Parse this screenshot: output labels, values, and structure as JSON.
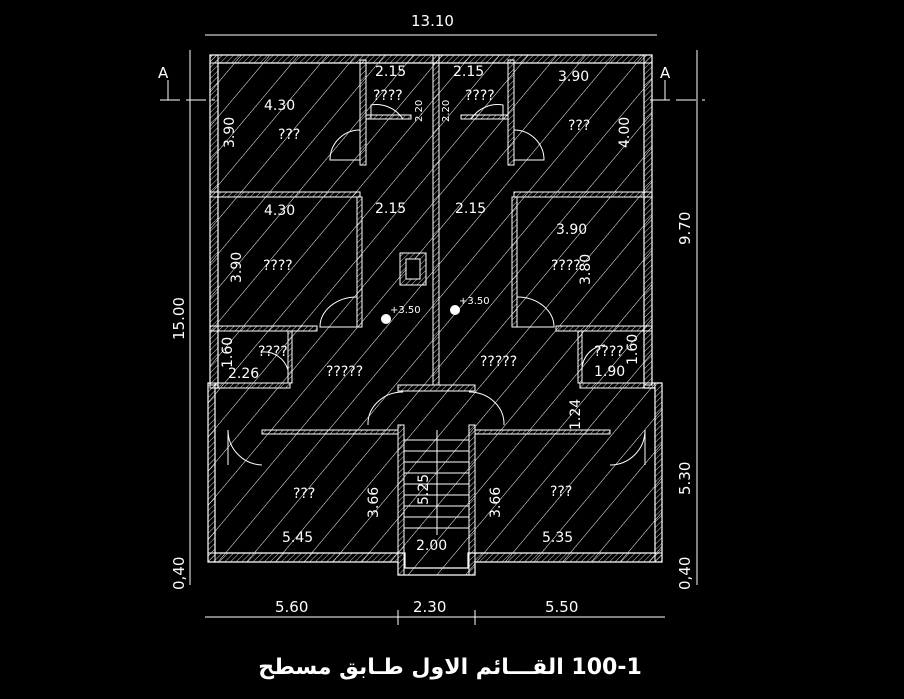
{
  "title": "100-1  القـــائم  الاول طـابق مسطح",
  "section_marker": "A",
  "overall_dims": {
    "top": "13.10",
    "left": "15.00",
    "right_upper": "9.70",
    "right_lower": "5.30",
    "bottom_left_offset": "0,40",
    "bottom_right_offset": "0,40",
    "bottom": [
      "5.60",
      "2.30",
      "5.50"
    ]
  },
  "room_dims": {
    "tl_width": "4.30",
    "tl_height": "3.90",
    "tl_label": "???",
    "bath_l_width": "2.15",
    "bath_l_height": "2.20",
    "bath_l_label": "????",
    "bath_r_width": "2.15",
    "bath_r_height": "2.20",
    "bath_r_label": "????",
    "tr_width": "3.90",
    "tr_height": "4.00",
    "tr_label": "???",
    "hall_l_width": "2.15",
    "hall_r_width": "2.15",
    "ml_width": "4.30",
    "ml_height": "3.90",
    "ml_label": "????",
    "mr_width": "3.90",
    "mr_height": "3.80",
    "mr_label": "????",
    "level_l": "+3.50",
    "level_r": "+3.50",
    "wc_l_w": "2.26",
    "wc_l_h": "1.60",
    "wc_l_label": "????",
    "wc_r_w": "1.90",
    "wc_r_h": "1.60",
    "wc_r_label": "????",
    "living_l": "?????",
    "living_r": "?????",
    "step_r": "1.24",
    "bl_width": "5.45",
    "bl_height": "3.66",
    "bl_label": "???",
    "br_width": "5.35",
    "br_height": "3.66",
    "br_label": "???",
    "stair_len": "5.25",
    "stair_width": "2.00"
  },
  "colors": {
    "background": "#000000",
    "lines": "#ffffff"
  }
}
